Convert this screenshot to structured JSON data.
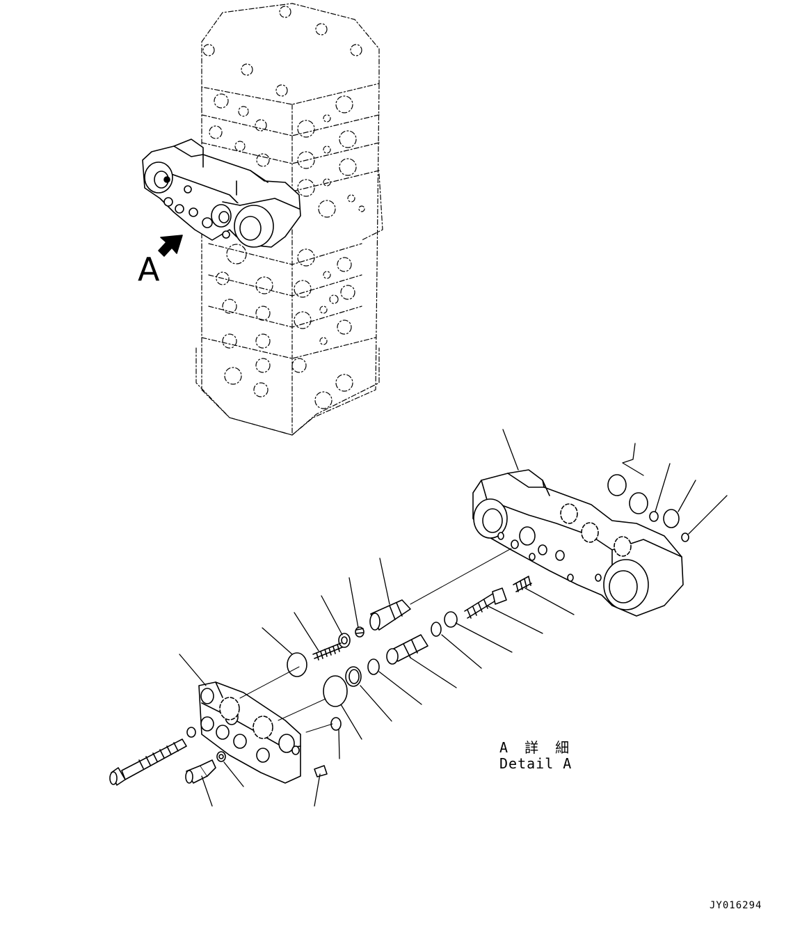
{
  "callout_label": "A",
  "detail_title_ja": "A 詳 細",
  "detail_title_en": "Detail A",
  "figure_id": "JY016294"
}
